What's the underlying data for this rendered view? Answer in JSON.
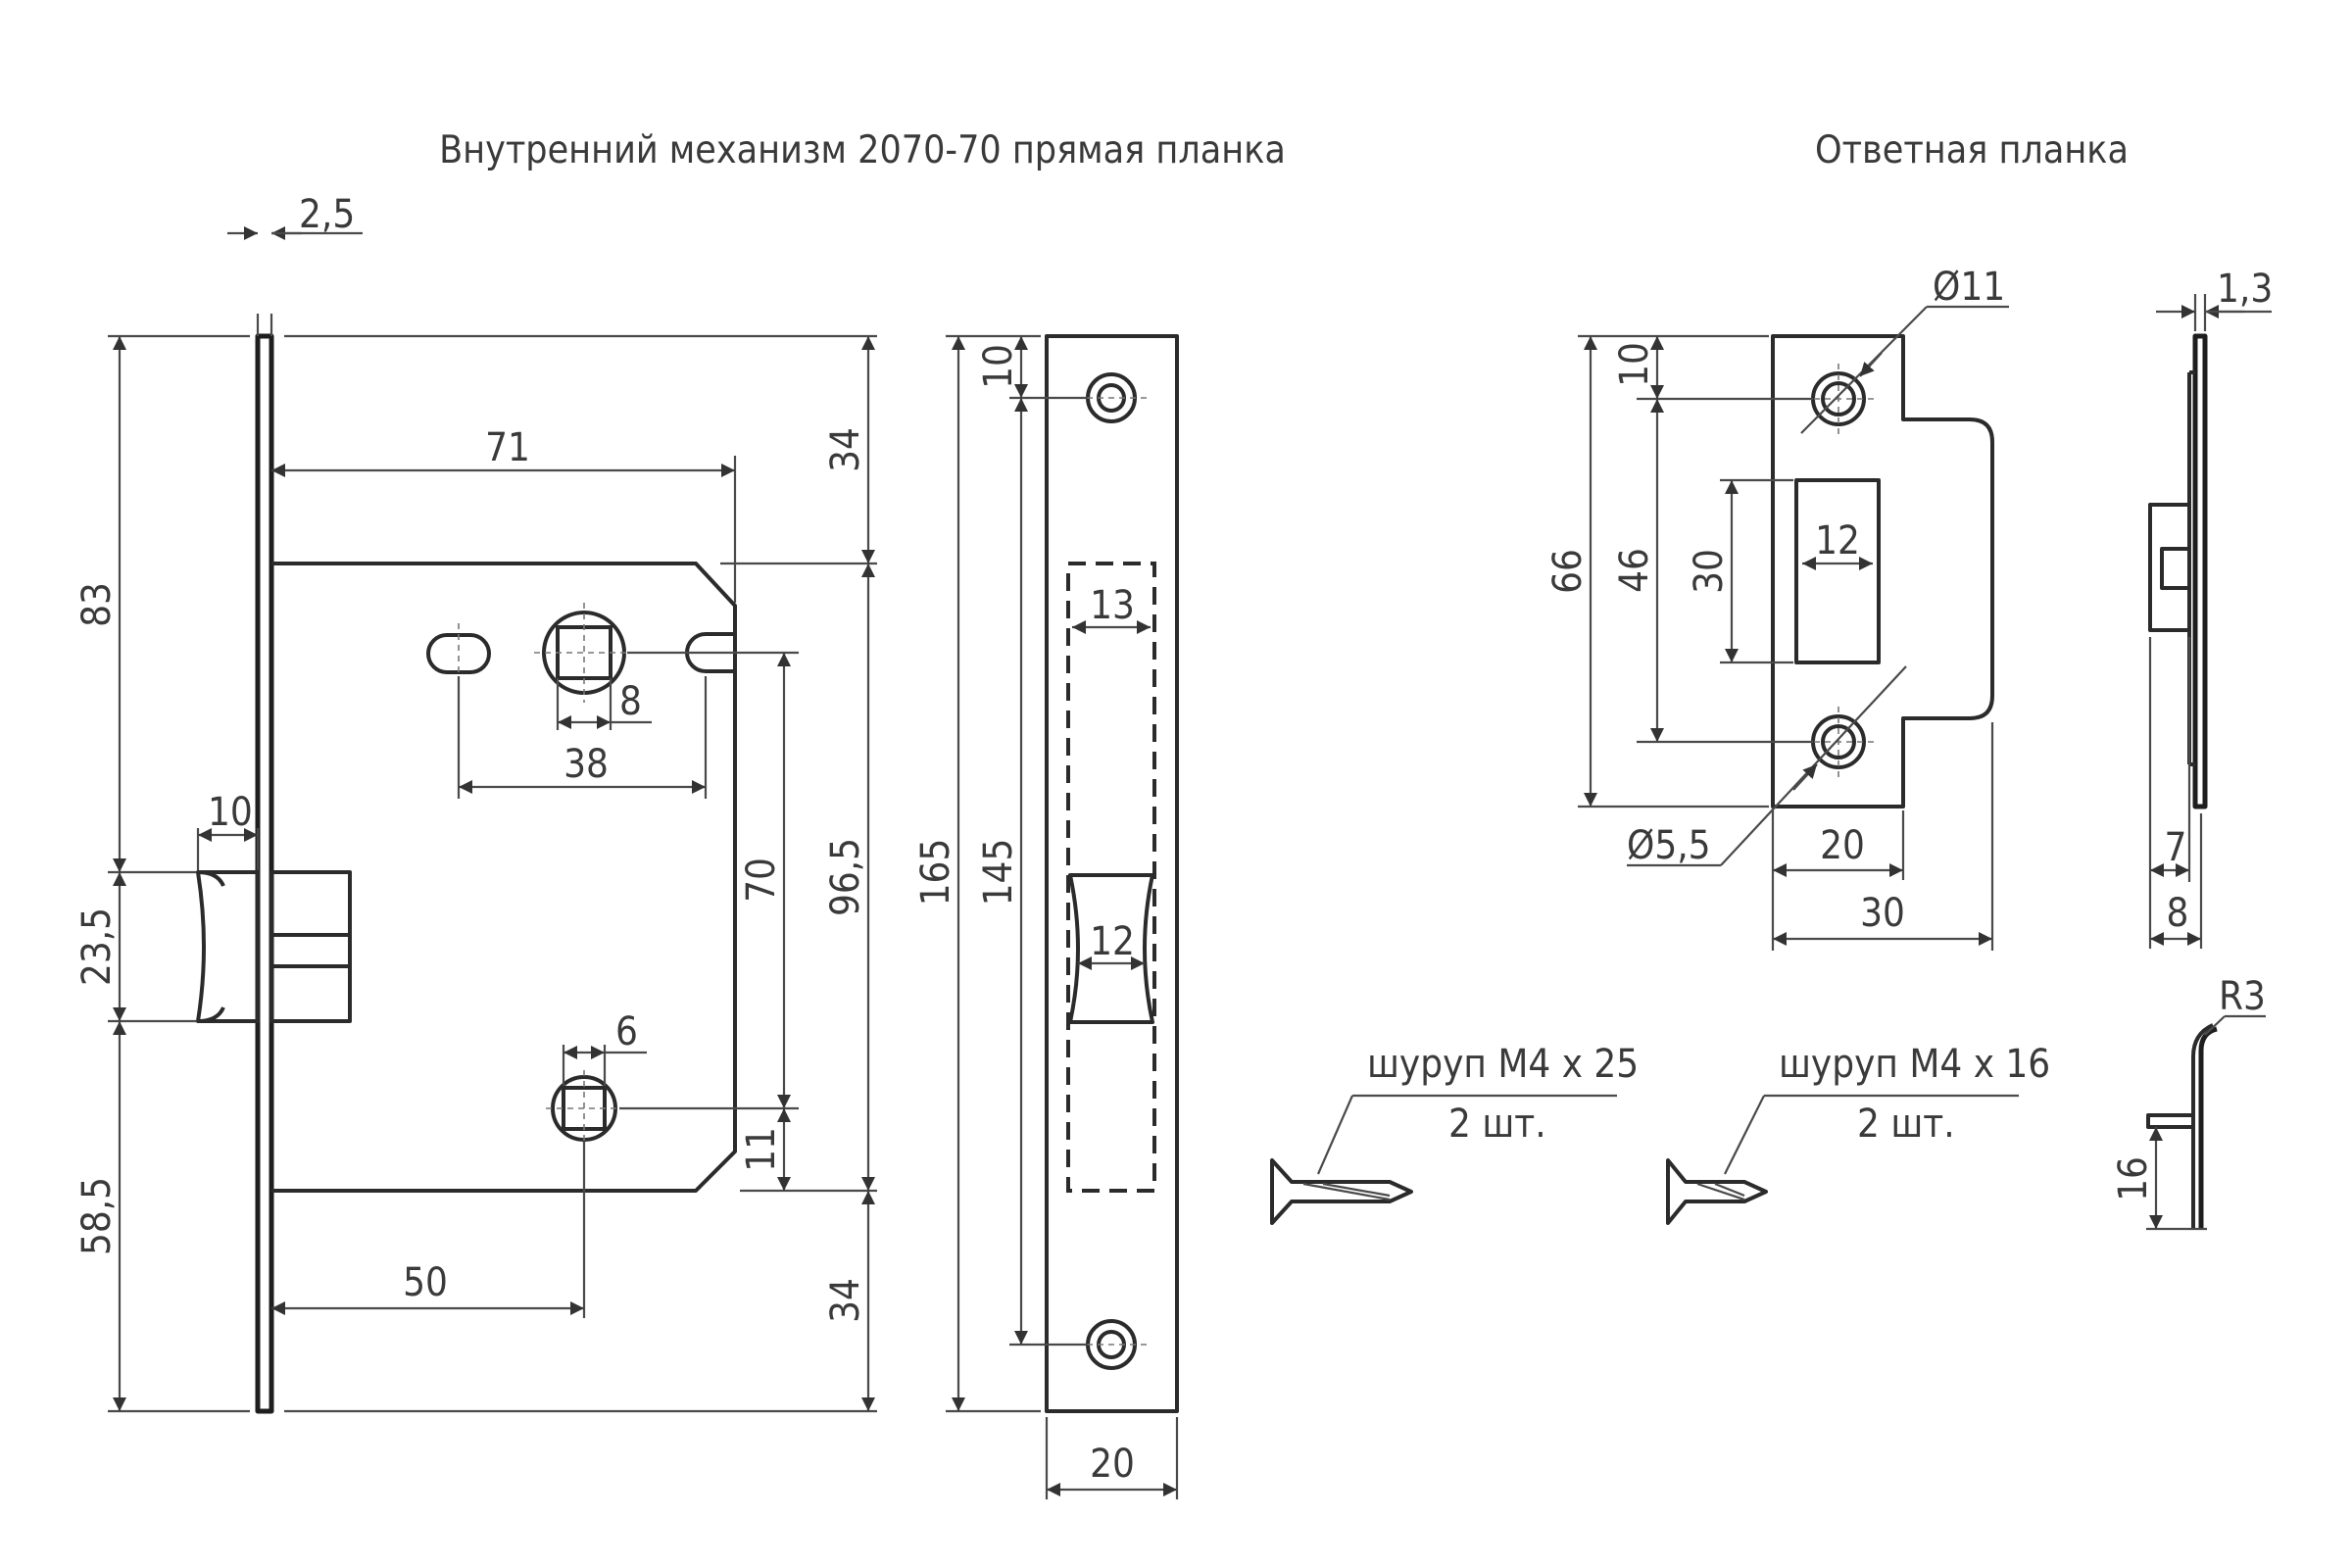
{
  "titles": {
    "mechanism": "Внутренний механизм 2070-70 прямая планка",
    "strike_plate": "Ответная планка"
  },
  "dims": {
    "faceplate_thickness": "2,5",
    "top_to_bolt": "83",
    "backset": "71",
    "top_offset": "34",
    "spindle_offset": "38",
    "spindle_square": "8",
    "latch_projection": "10",
    "latch_height": "23,5",
    "bottom_to_latch": "58,5",
    "spindle_distance": "70",
    "body_height": "96,5",
    "cylinder_square": "6",
    "cylinder_gap": "11",
    "cylinder_backset": "50",
    "bottom_offset": "34",
    "faceplate_screw": "10",
    "faceplate_length": "165",
    "screw_spacing": "145",
    "window_top": "13",
    "window_latch": "12",
    "faceplate_width": "20",
    "strike_hole_big": "Ø11",
    "strike_screw_top": "10",
    "strike_height": "66",
    "strike_screw_spacing": "46",
    "strike_window_height": "30",
    "strike_window_width": "12",
    "strike_hole_small": "Ø5,5",
    "strike_width": "20",
    "strike_total_width": "30",
    "strike_thickness": "1,3",
    "strike_lip": "7",
    "strike_depth": "8",
    "bend_radius": "R3",
    "bend_height": "16"
  },
  "screws": [
    {
      "label": "шуруп М4 х 25",
      "qty": "2 шт."
    },
    {
      "label": "шуруп М4 х 16",
      "qty": "2 шт."
    }
  ]
}
